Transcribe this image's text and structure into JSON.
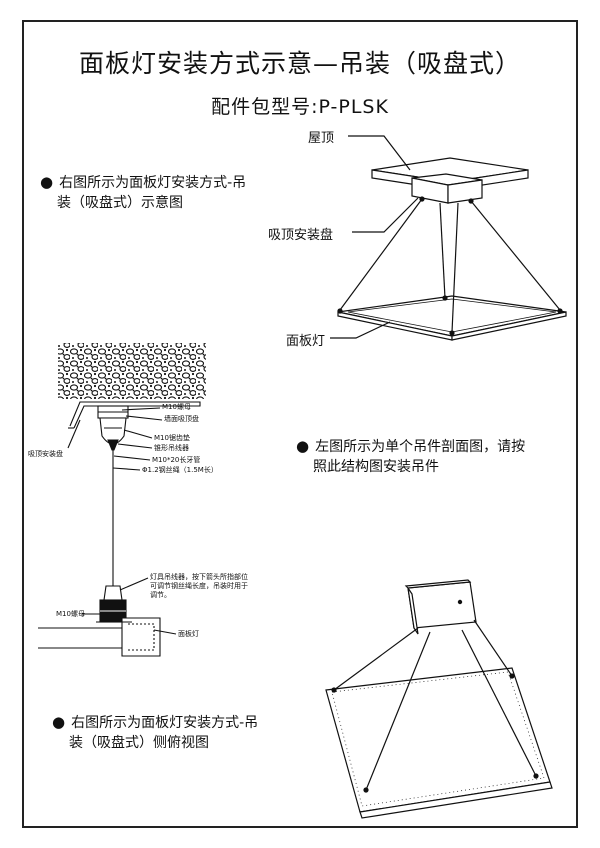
{
  "page": {
    "title": "面板灯安装方式示意—吊装（吸盘式）",
    "model": "配件包型号:P-PLSK"
  },
  "notes": {
    "note1_line1": "右图所示为面板灯安装方式-吊",
    "note1_line2": "装（吸盘式）示意图",
    "note2_line1": "左图所示为单个吊件剖面图，请按",
    "note2_line2": "照此结构图安装吊件",
    "note3_line1": "右图所示为面板灯安装方式-吊",
    "note3_line2": "装（吸盘式）侧俯视图",
    "bullet": "●"
  },
  "perspective": {
    "roof_label": "屋顶",
    "mount_label": "吸顶安装盘",
    "panel_label": "面板灯"
  },
  "section": {
    "m10_nut_top": "M10螺母",
    "ceiling_mount": "墙面吸顶盘",
    "m10_washer": "M10锯齿垫",
    "cone_clamp": "锥形吊线器",
    "m10_tube": "M10*20长牙管",
    "wire": "Φ1.2钢丝绳（1.5M长）",
    "mount_label": "吸顶安装盘",
    "lamp_clamp_1": "灯具吊线器，按下箭头所指部位",
    "lamp_clamp_2": "可调节钢丝绳长度，吊装时用于",
    "lamp_clamp_3": "调节。",
    "m10_nut_bottom": "M10螺母",
    "panel_label": "面板灯"
  }
}
